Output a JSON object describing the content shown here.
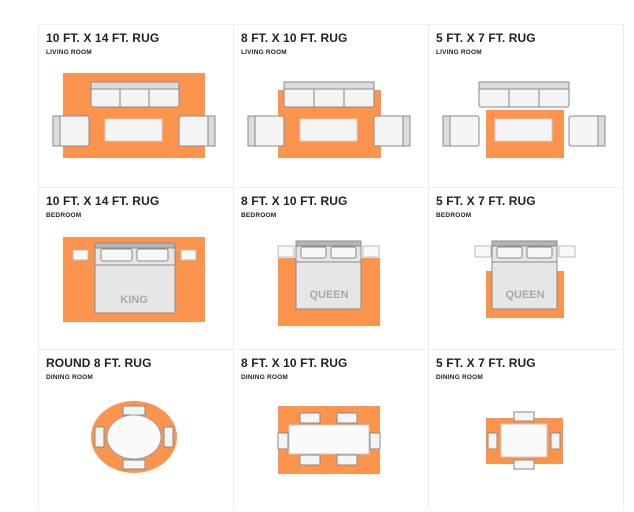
{
  "colors": {
    "rug": "#fd944d",
    "furniture_fill": "#f4f4f4",
    "furniture_stroke": "#8a8a8a",
    "label_gray": "#a9a9a9"
  },
  "cells": [
    {
      "title": "10 FT. X 14 FT. RUG",
      "room": "LIVING ROOM"
    },
    {
      "title": "8 FT. X 10 FT. RUG",
      "room": "LIVING ROOM"
    },
    {
      "title": "5 FT. X 7 FT. RUG",
      "room": "LIVING ROOM"
    },
    {
      "title": "10 FT. X 14 FT. RUG",
      "room": "BEDROOM",
      "bed_label": "KING"
    },
    {
      "title": "8 FT. X 10 FT. RUG",
      "room": "BEDROOM",
      "bed_label": "QUEEN"
    },
    {
      "title": "5 FT. X 7 FT. RUG",
      "room": "BEDROOM",
      "bed_label": "QUEEN"
    },
    {
      "title": "ROUND 8 FT. RUG",
      "room": "DINING ROOM"
    },
    {
      "title": "8 FT. X 10 FT. RUG",
      "room": "DINING ROOM"
    },
    {
      "title": "5 FT. X 7 FT. RUG",
      "room": "DINING ROOM"
    }
  ]
}
